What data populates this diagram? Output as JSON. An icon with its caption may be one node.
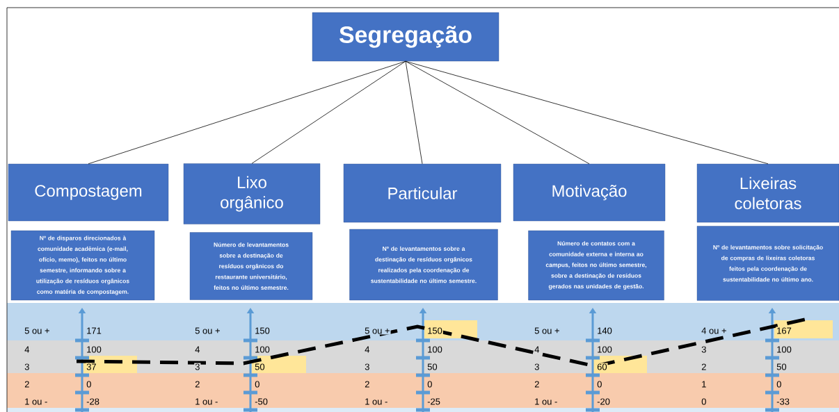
{
  "diagram": {
    "nodes": [
      {
        "text": [
          "Segregação"
        ]
      },
      {
        "text": [
          "Compostagem"
        ]
      },
      {
        "text": [
          "Lixo orgânico"
        ]
      },
      {
        "text": [
          "Particular"
        ]
      },
      {
        "text": [
          "Motivação"
        ]
      },
      {
        "text": [
          "Lixeiras coletoras"
        ]
      },
      {
        "text": [
          "Nº de disparos direcionados à comunidade acadêmica (e-mail, ofício, memo), feitos no último semestre, informando sobre a utilização de resíduos orgânicos como matéria de compostagem."
        ]
      },
      {
        "text": [
          "Número de levantamentos sobre a destinação de resíduos orgânicos do restaurante universitário, feitos no último semestre."
        ]
      },
      {
        "text": [
          "Nº de levantamentos sobre a destinação de resíduos orgânicos realizados pela coordenação de sustentabilidade no último semestre."
        ]
      },
      {
        "text": [
          "Número de contatos com a comunidade externa e interna ao campus, feitos no último semestre, sobre a destinação de resíduos gerados nas unidades de gestão."
        ]
      },
      {
        "text": [
          "Nº de levantamentos sobre solicitação de compras de lixeiras coletoras feitos pela coordenação de sustentabilidade no último ano."
        ]
      }
    ],
    "edges": [
      {
        "from": 0,
        "to": 1,
        "arrow": "none"
      },
      {
        "from": 0,
        "to": 2,
        "arrow": "none"
      },
      {
        "from": 0,
        "to": 3,
        "arrow": "none"
      },
      {
        "from": 0,
        "to": 4,
        "arrow": "none"
      },
      {
        "from": 0,
        "to": 5,
        "arrow": "none"
      }
    ],
    "labels": [
      "5 ou +",
      "171",
      "5 ou +",
      "150",
      "5 ou +",
      "150",
      "5 ou +",
      "140",
      "4 ou +",
      "167",
      "4",
      "100",
      "4",
      "100",
      "4",
      "100",
      "4",
      "100",
      "3",
      "100",
      "3",
      "37",
      "3",
      "50",
      "3",
      "50",
      "3",
      "60",
      "2",
      "50",
      "2",
      "0",
      "2",
      "0",
      "2",
      "0",
      "2",
      "0",
      "1",
      "0",
      "1 ou -",
      "-28",
      "1 ou -",
      "-50",
      "1 ou -",
      "-25",
      "1 ou -",
      "-20",
      "0",
      "-33"
    ]
  }
}
